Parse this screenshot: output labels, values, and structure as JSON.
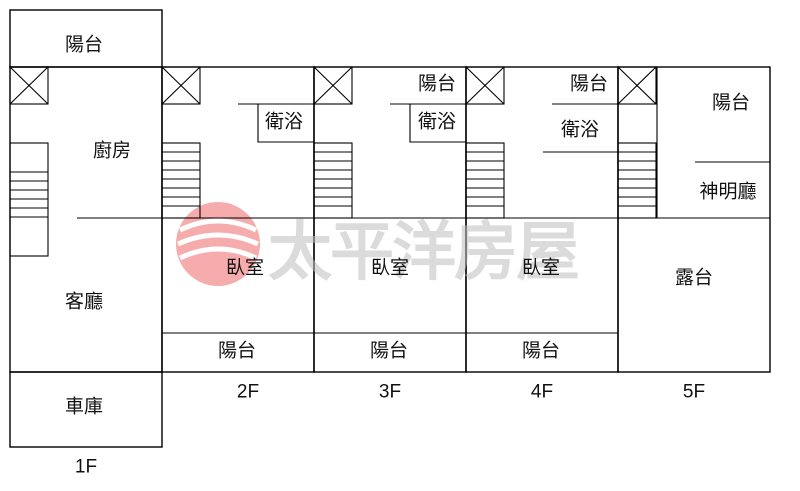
{
  "watermark": {
    "text": "太平洋房屋",
    "logo": "pacific-house-logo",
    "logo_color": "#e84a4a"
  },
  "floors": {
    "f1": {
      "name": "1F",
      "rooms": {
        "balcony": "陽台",
        "kitchen": "廚房",
        "living": "客廳",
        "garage": "車庫"
      }
    },
    "f2": {
      "name": "2F",
      "rooms": {
        "bath": "衛浴",
        "bedroom": "臥室",
        "balcony": "陽台"
      }
    },
    "f3": {
      "name": "3F",
      "rooms": {
        "balcony_top": "陽台",
        "bath": "衛浴",
        "bedroom": "臥室",
        "balcony": "陽台"
      }
    },
    "f4": {
      "name": "4F",
      "rooms": {
        "balcony_top": "陽台",
        "bath": "衛浴",
        "bedroom": "臥室",
        "balcony": "陽台"
      }
    },
    "f5": {
      "name": "5F",
      "rooms": {
        "balcony": "陽台",
        "shrine": "神明廳",
        "terrace": "露台"
      }
    }
  }
}
